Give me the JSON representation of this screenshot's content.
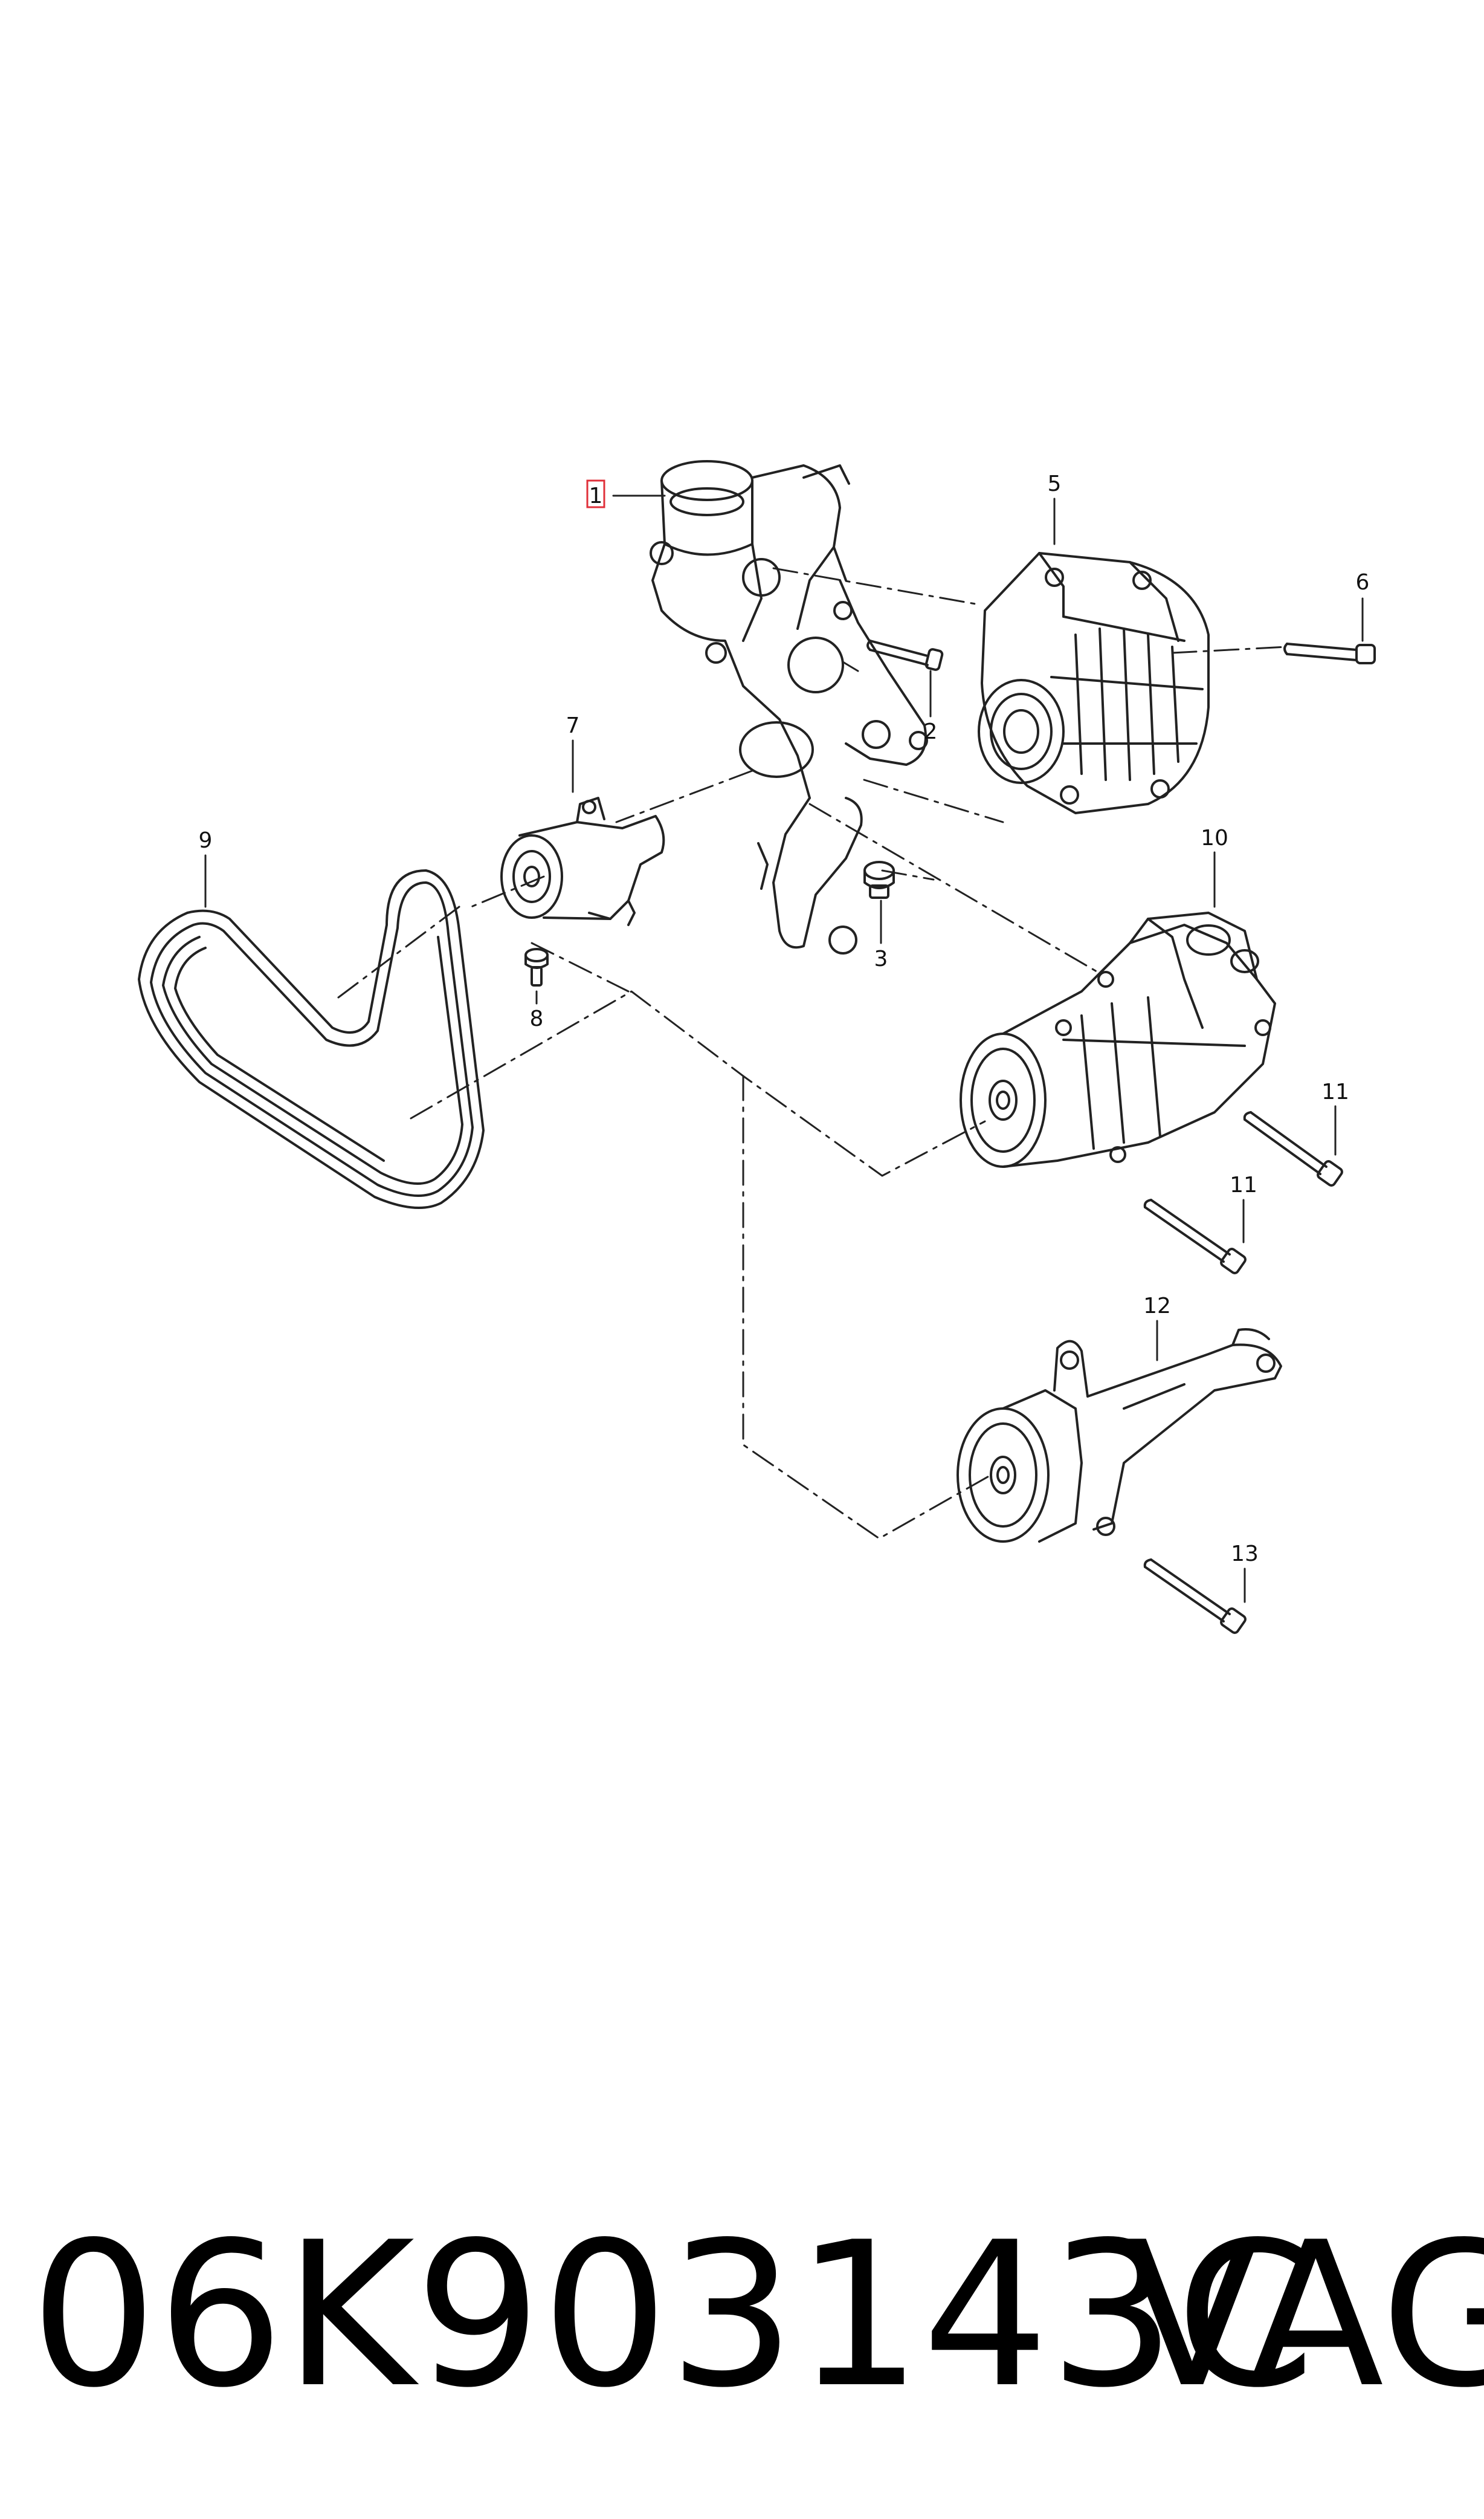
{
  "diagram": {
    "parts": [
      {
        "id": "1",
        "label": "1",
        "highlighted": true
      },
      {
        "id": "2",
        "label": "2"
      },
      {
        "id": "3",
        "label": "3"
      },
      {
        "id": "5",
        "label": "5"
      },
      {
        "id": "6",
        "label": "6"
      },
      {
        "id": "7",
        "label": "7"
      },
      {
        "id": "8",
        "label": "8"
      },
      {
        "id": "9",
        "label": "9"
      },
      {
        "id": "10",
        "label": "10"
      },
      {
        "id": "11a",
        "label": "11"
      },
      {
        "id": "11b",
        "label": "11"
      },
      {
        "id": "12",
        "label": "12"
      },
      {
        "id": "13",
        "label": "13"
      }
    ]
  },
  "footer": {
    "part_number": "06K903143C",
    "brand": "VAG"
  },
  "colors": {
    "line": "#222222",
    "highlight": "#e0303a",
    "background": "#ffffff"
  }
}
